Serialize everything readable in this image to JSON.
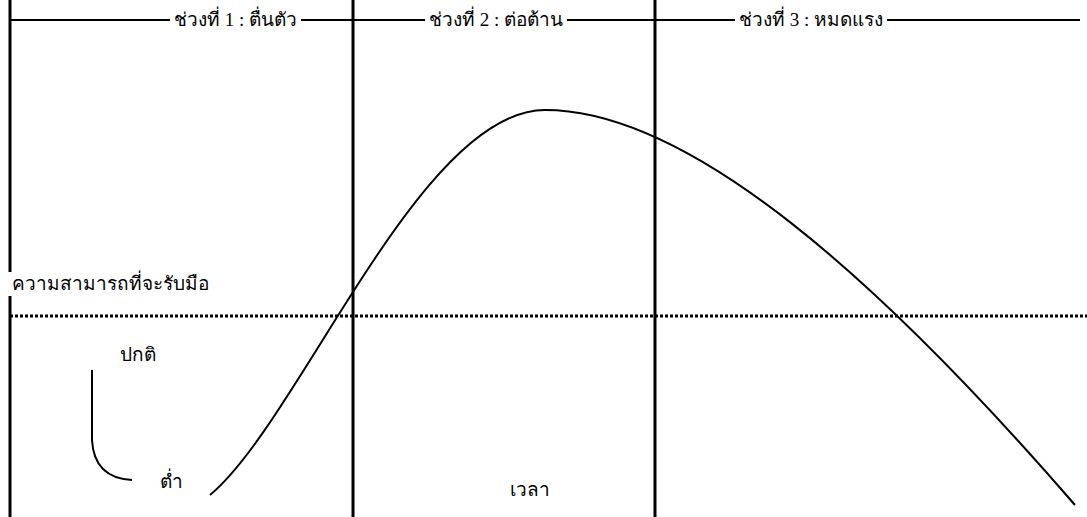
{
  "diagram": {
    "labels": [
      "ช่วงที่ 1 : ตื่นตัว",
      "ช่วงที่ 2 : ต่อต้าน",
      "ช่วงที่ 3 : หมดแรง",
      "ความสามารถที่จะรับมือ",
      "ปกติ",
      "ต่ำ",
      "เวลา"
    ]
  }
}
